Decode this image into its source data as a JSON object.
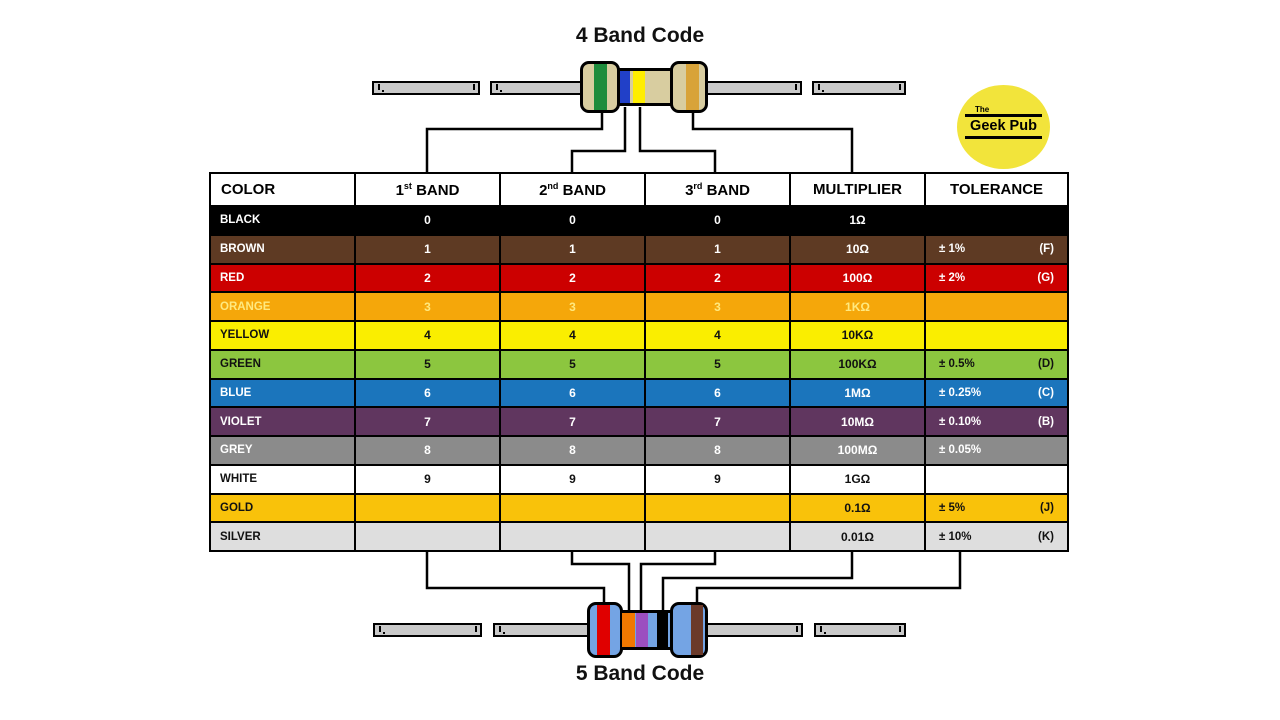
{
  "titles": {
    "top": "4 Band Code",
    "bottom": "5 Band Code"
  },
  "logo": {
    "the": "The",
    "name": "Geek Pub",
    "bg": "#F2E43B"
  },
  "table": {
    "headers": [
      {
        "key": "color",
        "text": "COLOR"
      },
      {
        "key": "band1",
        "num": "1",
        "sup": "st",
        "rest": "BAND"
      },
      {
        "key": "band2",
        "num": "2",
        "sup": "nd",
        "rest": "BAND"
      },
      {
        "key": "band3",
        "num": "3",
        "sup": "rd",
        "rest": "BAND"
      },
      {
        "key": "multiplier",
        "text": "MULTIPLIER"
      },
      {
        "key": "tolerance",
        "text": "TOLERANCE"
      }
    ],
    "rows": [
      {
        "name": "BLACK",
        "b1": "0",
        "b2": "0",
        "b3": "0",
        "mult": "1Ω",
        "tol": "",
        "letter": "",
        "bg": "#000000",
        "fg": "#FFFFFF"
      },
      {
        "name": "BROWN",
        "b1": "1",
        "b2": "1",
        "b3": "1",
        "mult": "10Ω",
        "tol": "± 1%",
        "letter": "(F)",
        "bg": "#5E3A23",
        "fg": "#FFFFFF"
      },
      {
        "name": "RED",
        "b1": "2",
        "b2": "2",
        "b3": "2",
        "mult": "100Ω",
        "tol": "± 2%",
        "letter": "(G)",
        "bg": "#CC0000",
        "fg": "#FFFFFF"
      },
      {
        "name": "ORANGE",
        "b1": "3",
        "b2": "3",
        "b3": "3",
        "mult": "1KΩ",
        "tol": "",
        "letter": "",
        "bg": "#F5A70A",
        "fg": "#FFE97F"
      },
      {
        "name": "YELLOW",
        "b1": "4",
        "b2": "4",
        "b3": "4",
        "mult": "10KΩ",
        "tol": "",
        "letter": "",
        "bg": "#FAEE00",
        "fg": "#111111"
      },
      {
        "name": "GREEN",
        "b1": "5",
        "b2": "5",
        "b3": "5",
        "mult": "100KΩ",
        "tol": "± 0.5%",
        "letter": "(D)",
        "bg": "#8CC63F",
        "fg": "#111111"
      },
      {
        "name": "BLUE",
        "b1": "6",
        "b2": "6",
        "b3": "6",
        "mult": "1MΩ",
        "tol": "± 0.25%",
        "letter": "(C)",
        "bg": "#1B75BC",
        "fg": "#FFFFFF"
      },
      {
        "name": "VIOLET",
        "b1": "7",
        "b2": "7",
        "b3": "7",
        "mult": "10MΩ",
        "tol": "± 0.10%",
        "letter": "(B)",
        "bg": "#60365F",
        "fg": "#FFFFFF"
      },
      {
        "name": "GREY",
        "b1": "8",
        "b2": "8",
        "b3": "8",
        "mult": "100MΩ",
        "tol": "± 0.05%",
        "letter": "",
        "bg": "#8B8B8B",
        "fg": "#FFFFFF"
      },
      {
        "name": "WHITE",
        "b1": "9",
        "b2": "9",
        "b3": "9",
        "mult": "1GΩ",
        "tol": "",
        "letter": "",
        "bg": "#FFFFFF",
        "fg": "#111111"
      },
      {
        "name": "GOLD",
        "b1": "",
        "b2": "",
        "b3": "",
        "mult": "0.1Ω",
        "tol": "± 5%",
        "letter": "(J)",
        "bg": "#F9C20A",
        "fg": "#111111"
      },
      {
        "name": "SILVER",
        "b1": "",
        "b2": "",
        "b3": "",
        "mult": "0.01Ω",
        "tol": "± 10%",
        "letter": "(K)",
        "bg": "#DEDEDE",
        "fg": "#111111"
      }
    ]
  },
  "resistors": {
    "four_band": {
      "body": "#D8CDA0",
      "bands": [
        {
          "name": "green",
          "color": "#1E8C3C"
        },
        {
          "name": "blue",
          "color": "#2140C8"
        },
        {
          "name": "yellow",
          "color": "#FFEE00"
        },
        {
          "name": "gold",
          "color": "#D8A339"
        }
      ]
    },
    "five_band": {
      "body": "#74A4E4",
      "bands": [
        {
          "name": "red",
          "color": "#E00000"
        },
        {
          "name": "orange",
          "color": "#F07800"
        },
        {
          "name": "violet",
          "color": "#9B4FC0"
        },
        {
          "name": "black",
          "color": "#000000"
        },
        {
          "name": "brown",
          "color": "#6B3A2A"
        }
      ]
    },
    "lead_color": "#C9C9C9"
  }
}
